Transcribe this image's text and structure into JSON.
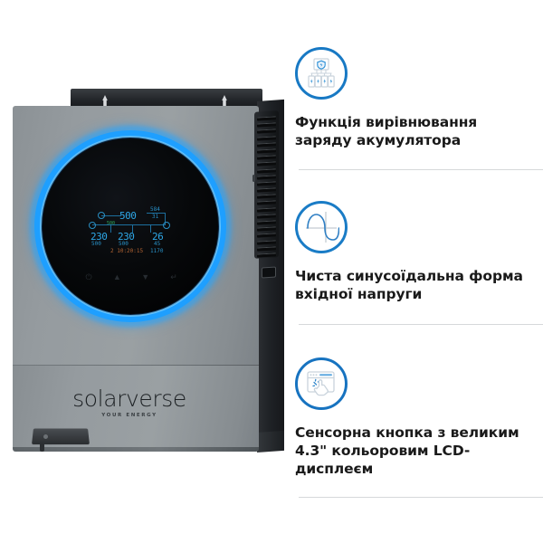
{
  "product": {
    "brand_name": "solarverse",
    "brand_tagline": "YOUR ENERGY",
    "accent_ring_color": "#1e9fff",
    "body_color": "#959b9f",
    "face_color": "#040507",
    "touch_buttons": [
      {
        "name": "power-button",
        "glyph": "⏻"
      },
      {
        "name": "up-button",
        "glyph": "▲"
      },
      {
        "name": "down-button",
        "glyph": "▼"
      },
      {
        "name": "enter-button",
        "glyph": "↵"
      }
    ],
    "display": {
      "pv_power": "500",
      "pv_unit": "500",
      "solar_label": "584",
      "solar_value": "31",
      "ac_in_voltage": "230",
      "ac_in_power": "500",
      "ac_out_voltage": "230",
      "ac_out_power": "500",
      "battery_soc": "26",
      "battery_voltage": "45",
      "battery_current": "1170",
      "status_line": "2 10:20:15"
    }
  },
  "features": [
    {
      "icon": "battery-equalization-icon",
      "accent": "#1879c4",
      "title": "Функція вирівнювання заряду акумулятора"
    },
    {
      "icon": "pure-sine-wave-icon",
      "accent": "#1a7cc6",
      "title": "Чиста синусоїдальна форма вхідної напруги"
    },
    {
      "icon": "touch-screen-icon",
      "accent": "#1773c0",
      "title": "Сенсорна кнопка з великим 4.3\" кольоровим LCD-дисплеєм"
    }
  ]
}
